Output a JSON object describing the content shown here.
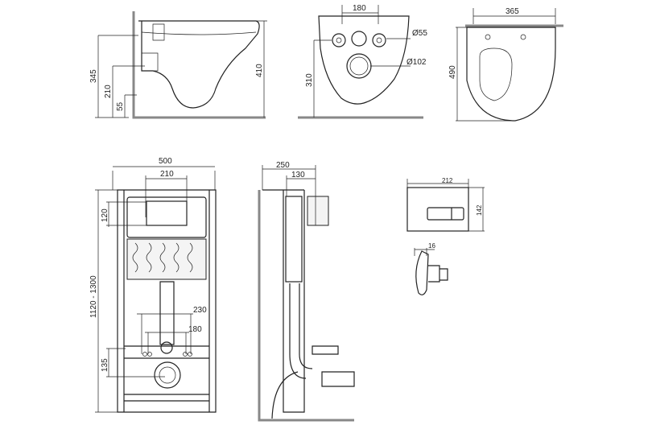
{
  "toilet_side_view": {
    "dims": {
      "height_total": "345",
      "outlet_height": "210",
      "outlet_small": "55",
      "bowl_height": "410"
    }
  },
  "toilet_back_view": {
    "dims": {
      "bolt_spacing": "180",
      "small_hole_diameter": "Ø55",
      "outlet_diameter": "Ø102",
      "outlet_height": "310"
    }
  },
  "toilet_top_view": {
    "dims": {
      "width": "365",
      "length": "490"
    }
  },
  "frame_front_view": {
    "dims": {
      "frame_width": "500",
      "plate_width": "210",
      "plate_height": "120",
      "frame_height": "1120 - 1300",
      "stud_spacing_outer": "230",
      "stud_spacing_inner": "180",
      "outlet_height": "135"
    }
  },
  "frame_side_view": {
    "dims": {
      "depth": "250",
      "depth_inner": "130"
    }
  },
  "flush_plate": {
    "dims": {
      "width": "212",
      "height": "142",
      "thickness": "16"
    }
  }
}
